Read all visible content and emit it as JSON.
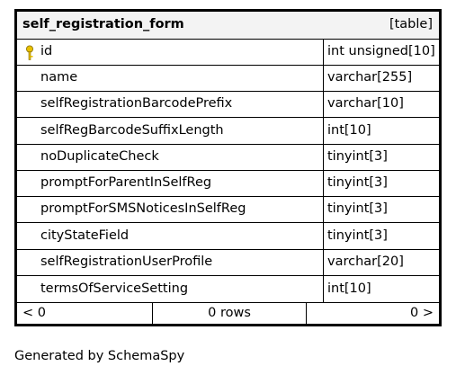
{
  "table": {
    "name": "self_registration_form",
    "kind": "[table]",
    "columns": [
      {
        "name": "id",
        "type": "int unsigned[10]",
        "primary_key": true
      },
      {
        "name": "name",
        "type": "varchar[255]"
      },
      {
        "name": "selfRegistrationBarcodePrefix",
        "type": "varchar[10]"
      },
      {
        "name": "selfRegBarcodeSuffixLength",
        "type": "int[10]"
      },
      {
        "name": "noDuplicateCheck",
        "type": "tinyint[3]"
      },
      {
        "name": "promptForParentInSelfReg",
        "type": "tinyint[3]"
      },
      {
        "name": "promptForSMSNoticesInSelfReg",
        "type": "tinyint[3]"
      },
      {
        "name": "cityStateField",
        "type": "tinyint[3]"
      },
      {
        "name": "selfRegistrationUserProfile",
        "type": "varchar[20]"
      },
      {
        "name": "termsOfServiceSetting",
        "type": "int[10]"
      }
    ],
    "footer": {
      "left": "< 0",
      "rows": "0 rows",
      "right": "0 >"
    }
  },
  "generated_by": "Generated by SchemaSpy",
  "colors": {
    "key_icon": "#e8c000",
    "header_bg": "#f3f3f3",
    "border": "#000000"
  }
}
